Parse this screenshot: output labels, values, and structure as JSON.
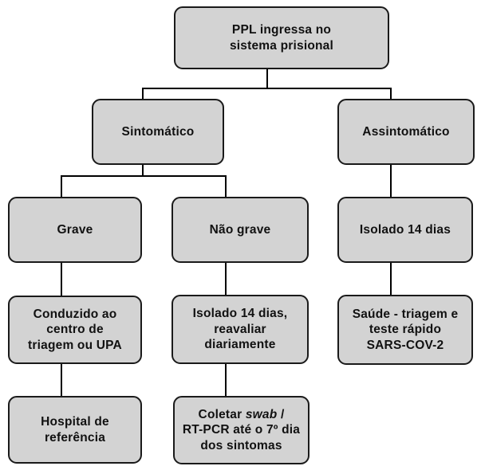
{
  "colors": {
    "background": "#ffffff",
    "box_fill": "#d3d3d3",
    "box_border": "#1a1a1a",
    "connector": "#000000",
    "text": "#111111"
  },
  "boxes": {
    "top": {
      "lines": [
        "PPL ingressa no",
        "sistema prisional"
      ]
    },
    "sintomatico": {
      "lines": [
        "Sintomático"
      ]
    },
    "assintomatico": {
      "lines": [
        "Assintomático"
      ]
    },
    "grave": {
      "lines": [
        "Grave"
      ]
    },
    "nao_grave": {
      "lines": [
        "Não grave"
      ]
    },
    "isolado": {
      "lines": [
        "Isolado 14 dias"
      ]
    },
    "conduzido": {
      "lines": [
        "Conduzido ao",
        "centro de",
        "triagem ou UPA"
      ]
    },
    "isolado_reavaliar": {
      "lines": [
        "Isolado 14 dias,",
        "reavaliar",
        "diariamente"
      ]
    },
    "saude": {
      "lines": [
        "Saúde - triagem e",
        "teste rápido",
        "SARS-COV-2"
      ]
    },
    "hospital": {
      "lines": [
        "Hospital de",
        "referência"
      ]
    },
    "coletar": {
      "line1": {
        "pre": "Coletar ",
        "italic": "swab",
        "post": " /"
      },
      "lines": [
        "RT-PCR até o 7º dia",
        "dos sintomas"
      ]
    }
  }
}
